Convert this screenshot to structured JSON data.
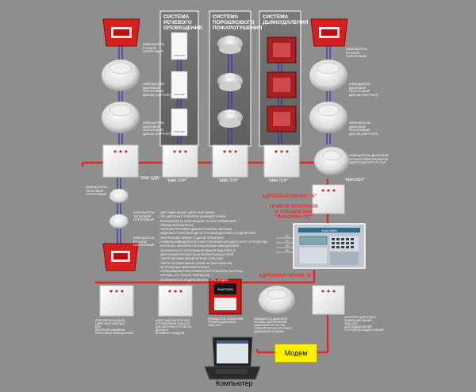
{
  "systems": {
    "speech": "СИСТЕМА РЕЧЕВОГО ОПОВЕЩЕНИЯ",
    "powder": "СИСТЕМА ПОРОШКОВОГО ПОЖАРОТУШЕНИЯ",
    "smoke": "СИСТЕМА ДЫМОУДАЛЕНИЯ"
  },
  "labels": {
    "left_manual_top": "ИЗВЕЩАТЕЛЬ\nРУЧНОЙ\nПОРОГОВЫЙ",
    "left_smoke_1": "ИЗВЕЩАТЕЛЬ\nДЫМОВОЙ\nПОРОГОВЫЙ\nДИП-66 (ПАРТНЕР)",
    "left_smoke_2": "ИЗВЕЩАТЕЛЬ\nДЫМОВОЙ\nПОРОГОВЫЙ\nДИП-66 (ПАРТНЕР)",
    "right_manual_top": "ИЗВЕЩАТЕЛЬ\nРУЧНОЙ\nПОРОГОВЫЙ",
    "right_smoke_1": "ИЗВЕЩАТЕЛЬ\nДЫМОВОЙ\nПОРОГОВЫЙ\nДИП-66 (ПАРТНЕР)",
    "right_smoke_2": "ИЗВЕЩАТЕЛЬ\nДЫМОВОЙ\nПОРОГОВЫЙ\nДИП-66 (ПАРТНЕР)",
    "right_addr_smoke": "ИЗВЕЩАТЕЛЬ ДЫМОВОЙ\nОПТИКО-ЭЛЕКТРОННЫЙ\nАДРЕСНЫЙ ИП 212-74А",
    "left_heat_1": "ИЗВЕЩАТЕЛЬ\nТЕПЛОВОЙ\nПОРОГОВЫЙ",
    "left_heat_2": "ИЗВЕЩАТЕЛЬ\nТЕПЛОВОЙ\nПОРОГОВЫЙ",
    "left_manual_bottom": "ИЗВЕЩАТЕЛЬ\nРУЧНОЙ\nПОРОГОВЫЙ",
    "bottom_1": "ПОЛОЖЕНИЯ МОДУЛЬ\nАДРЕСНЫЙ \"МАК АДА\"\nДЛЯ\nКОНТРОЛЯ ШЛЕЙФОВ\nПОРОГОВЫХ ИЗВЕЩАТЕЛЕЙ",
    "bottom_2": "АДРЕСНЫЙ КОНТРОЛЛЕР\nИ УПРАВЛЕНИЯ \"МАК ИЗЛ\"\nДЛЯ ЗАПУСКА УСТРОЙСТВ\nДОНОВ И\nРЕЛЕЙНОГО МОДУЛЯ",
    "bottom_3": "ИЗВЕЩАТЕЛЬ ПОЖАРНЫЙ\nРУЧНОЙ АДРЕСНЫЙ\n\"МАК ИПР\"",
    "bottom_4": "ИЗВЕЩАТЕЛЬ ДЫМОВОЙ\nОПТИКО-ЭЛЕКТРОННЫЙ\nАДРЕСНЫЙ ИП 212-74А\nС ИЗОЛЯТОРОМ КОРОТКОГО\nЗАМЫКАНИЯ В ЛИНИИ",
    "bottom_5": "ИЗОЛЯТОР КОРОТКОГО\nЗАМЫКАНИЯ ЛИНИИ\n\"МАК ИЗЛ\"\nДЛЯ ПОДКЛЮЧЕНИЯ\nУСТРОЙСТВ ЗАЩИТЫ ЛИНИИ"
  },
  "mak": {
    "ada": "\"МАК АДА\"",
    "pur1": "\"МАК ПУР\"",
    "pur2": "\"МАК ПУР\"",
    "pur3": "\"МАК ПУР\"",
    "izl": "\"МАК ИЗЛ\""
  },
  "line_a": "АДРЕСНАЯ ЛИНИЯ \"А\"",
  "line_b": "АДРЕСНАЯ ЛИНИЯ \"Б\"",
  "control_panel": "ПРИБОР КОНТРОЛЯ\nИ УПРАВЛЕНИЯ\n\"ФАКСИМА-ПС\"",
  "features": [
    "ДВЕ РАДИАЛЬНЫЕ АДРЕСНЫЕ ЛИНИИ",
    "250 АДРЕСНЫХ ПРИБОРОВ В КАЖДОЙ ЛИНИИ",
    "ВОЗМОЖНОСТЬ ОРГАНИЗАЦИИ 30 ЗОН УПРАВЛЕНИЯ",
    "РЕЖИМ ПЕРЕЗАПРОСА",
    "НАЛИЧИЕ ПАРОЛЕЙ АДМИНИСТРАТОРА СИСТЕМЫ",
    "ВИДЕОАКУСТИЧЕСКИЙ ДВУХСТРОЧНЫЙ ДИСПЛЕЙ С ПОДСВЕТКОЙ",
    "ВНУТРЕННИЙ ТАЙМЕР С ДАТОЙ, ВРЕМЕНЕМ",
    "ПОВЕРКА ИЗВЕЩАТЕЛЕЙ И МЕСТОПОЛОЖЕНИЯ АДРЕСНОГО УСТРОЙСТВА",
    "КОНТРОЛЬ ЗАПЫЛЁННОСТИ ДЫМОВЫХ ИЗВЕЩАТЕЛЕЙ",
    "ВОЗМОЖНОСТЬ ПРОГРАММИРОВАНИЯ ЗАДЕРЖЕК И",
    "ДЛИТЕЛЬНОСТИ РАБОТЫ ИСПОЛНИТЕЛЬНЫХ РЕЛЕ",
    "ЭНЕРГОНЕЗАВИСИМЫЙ ЖУРНАЛ СОБЫТИЙ",
    "ЭНЕРГОНЕЗАВИСИМЫЙ АРХИВ НА 1000 СОБЫТИЙ",
    "ВСТРОЕННЫЙ ЗВУКОВОЙ ЗУММЕР",
    "ОТОБРАЖЕНИЕ НЕИСПРАВНОСТЕЙ ПРИБОРОВ СИСТЕМЫ",
    "ОБРЫВЫ, К.З. ЛИНИЙ, РАЗРЯД АКБ",
    "ВОЗМОЖНОСТЬ ПОДКЛЮЧЕНИЯ К АРМ, МОДЕМ"
  ],
  "modem": "Модем",
  "computer": "Компьютер",
  "speaker_brand": "ПАРТНЕР",
  "relays": [
    "Р1",
    "Р2",
    "Р3",
    "Р4"
  ],
  "panel_brand": "ФАКСИМА",
  "bottom_panel_brand": "ФАКСИМА",
  "colors": {
    "line_red": "#e32626",
    "line_blue": "#3a3aa8",
    "bg": "#8e8e8e",
    "modem": "#fff000"
  }
}
